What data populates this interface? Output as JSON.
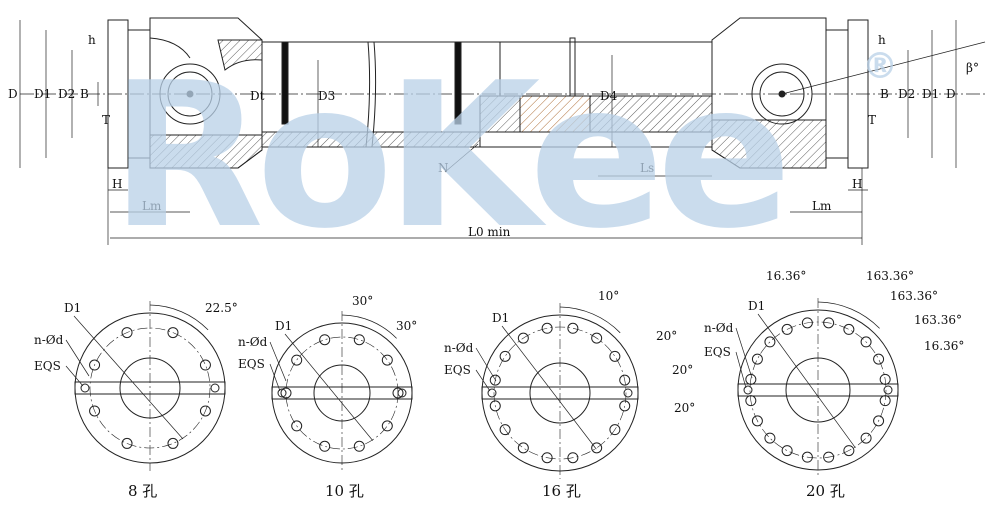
{
  "watermark": {
    "text": "RoKee",
    "reg": "®",
    "color": "#b9d1e8"
  },
  "labels": {
    "D": "D",
    "D1": "D1",
    "D2": "D2",
    "B": "B",
    "h": "h",
    "T": "T",
    "Dt": "Dt",
    "D3": "D3",
    "D4": "D4",
    "N": "N",
    "Ls": "Ls",
    "H": "H",
    "Lm": "Lm",
    "L0": "L0 min",
    "beta": "β°"
  },
  "flanges": [
    {
      "caption": "8 孔",
      "angles": [
        "22.5°"
      ],
      "D1": "D1",
      "nd": "n-Ød",
      "eqs": "EQS"
    },
    {
      "caption": "10 孔",
      "angles": [
        "30°",
        "30°"
      ],
      "D1": "D1",
      "nd": "n-Ød",
      "eqs": "EQS"
    },
    {
      "caption": "16 孔",
      "angles": [
        "10°",
        "20°",
        "20°",
        "20°"
      ],
      "D1": "D1",
      "nd": "n-Ød",
      "eqs": "EQS"
    },
    {
      "caption": "20 孔",
      "angles": [
        "16.36°",
        "163.36°",
        "163.36°",
        "163.36°",
        "16.36°"
      ],
      "D1": "D1",
      "nd": "n-Ød",
      "eqs": "EQS"
    }
  ]
}
